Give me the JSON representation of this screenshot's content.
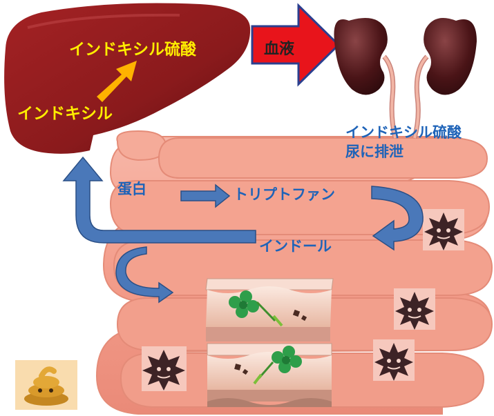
{
  "liver": {
    "product_label": "インドキシル硫酸",
    "source_label": "インドキシル"
  },
  "blood_arrow": {
    "label": "血液"
  },
  "kidney": {
    "excretion_line1": "インドキシル硫酸",
    "excretion_line2": "尿に排泄"
  },
  "intestine": {
    "protein_label": "蛋白",
    "tryptophan_label": "トリプトファン",
    "indole_label": "インドール"
  },
  "colors": {
    "liver": "#8f1a1c",
    "kidney": "#5a1a1e",
    "intestine": "#f2a391",
    "flow_arrow": "#2f5f9e",
    "blood_arrow": "#e8141b",
    "label_blue": "#1e63b8",
    "label_yellow": "#ffee00"
  },
  "icons": [
    "bacteria-icon",
    "poop-icon",
    "clover-bacteria-icon"
  ]
}
